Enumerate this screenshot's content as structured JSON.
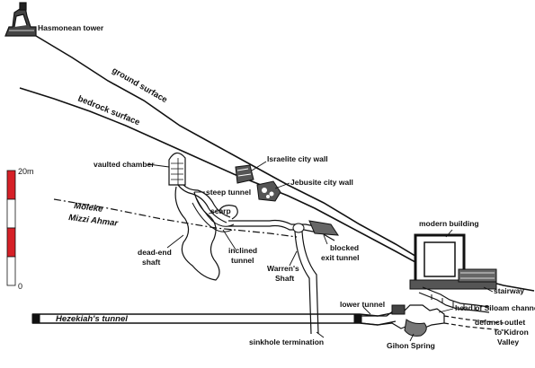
{
  "labels": {
    "hasmonean_tower": "Hasmonean tower",
    "ground_surface": "ground surface",
    "bedrock_surface": "bedrock surface",
    "vaulted_chamber": "vaulted chamber",
    "israelite_wall": "Israelite city wall",
    "jebusite_wall": "Jebusite city wall",
    "steep_tunnel": "steep tunnel",
    "scarp": "scarp",
    "moleke": "Moleke",
    "mizzi_ahmar": "Mizzi Ahmar",
    "modern_building": "modern building",
    "dead_end_shaft_1": "dead-end",
    "dead_end_shaft_2": "shaft",
    "inclined_tunnel_1": "inclined",
    "inclined_tunnel_2": "tunnel",
    "blocked_exit_1": "blocked",
    "blocked_exit_2": "exit tunnel",
    "warrens_shaft_1": "Warren's",
    "warrens_shaft_2": "Shaft",
    "stairway": "stairway",
    "lower_tunnel": "lower tunnel",
    "head_siloam": "head of Siloam channel",
    "hezekiahs_tunnel": "Hezekiah's tunnel",
    "defunct_outlet_1": "defunct outlet",
    "defunct_outlet_2": "to Kidron",
    "defunct_outlet_3": "Valley",
    "sinkhole": "sinkhole termination",
    "gihon_spring": "Gihon Spring"
  },
  "scale": {
    "top_label": "20m",
    "bottom_label": "0",
    "colors": [
      "#d62027",
      "#ffffff",
      "#d62027",
      "#ffffff"
    ]
  },
  "colors": {
    "ink": "#111111",
    "background": "#ffffff"
  }
}
